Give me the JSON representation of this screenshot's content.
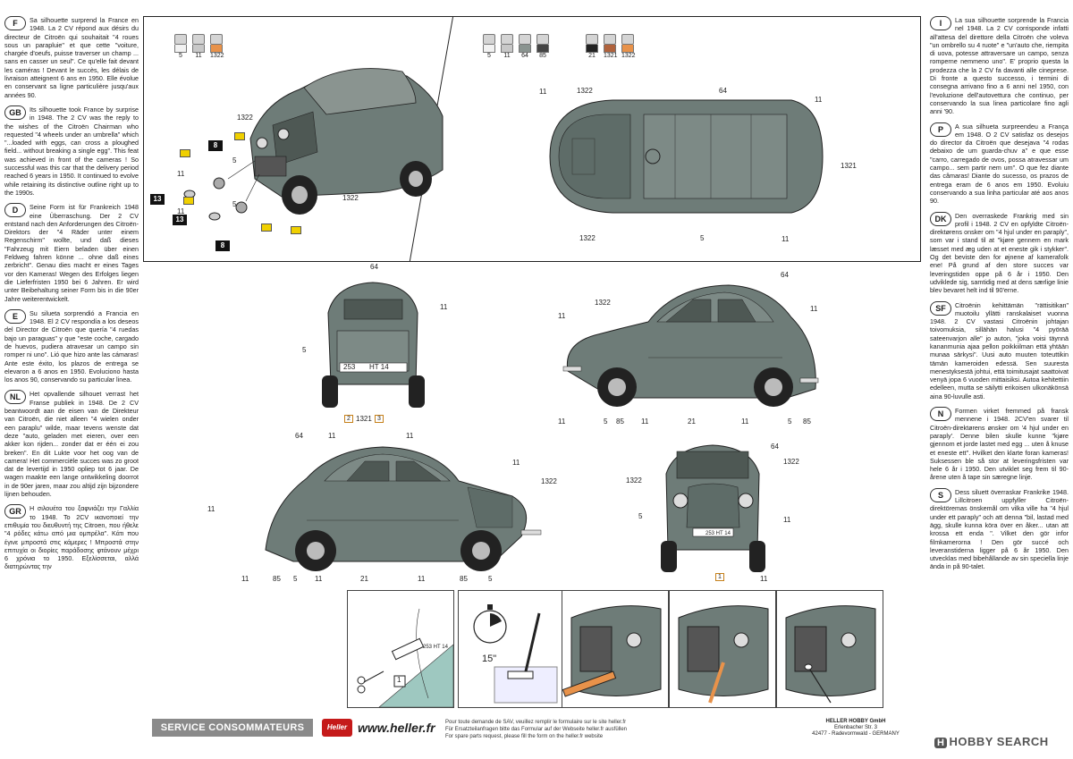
{
  "languages": [
    {
      "code": "F",
      "text": "Sa silhouette surprend la France en 1948. La 2 CV répond aux désirs du directeur de Citroën qui souhaitait \"4 roues sous un parapluie\" et que cette \"voiture, chargée d'oeufs, puisse traverser un champ ... sans en casser un seul\". Ce qu'elle fait devant les caméras ! Devant le succès, les délais de livraison atteignent 6 ans en 1950. Elle évolue en conservant sa ligne particulière jusqu'aux années 90."
    },
    {
      "code": "GB",
      "text": "Its silhouette took France by surprise in 1948. The 2 CV was the reply to the wishes of the Citroën Chairman who requested \"4 wheels under an umbrella\" which \"...loaded with eggs, can cross a ploughed field... without breaking a single egg\". This feat was achieved in front of the cameras ! So successful was this car that the delivery period reached 6 years in 1950. It continued to evolve while retaining its distinctive outline right up to the 1990s."
    },
    {
      "code": "D",
      "text": "Seine Form ist für Frankreich 1948 eine Überraschung. Der 2 CV entstand nach den Anforderungen des Citroën-Direktors der \"4 Räder unter einem Regenschirm\" wollte, und daß dieses \"Fahrzeug mit Eiern beladen über einen Feldweg fahren könne ... ohne daß eines zerbricht\". Genau dies macht er eines Tages vor den Kameras! Wegen des Erfolges liegen die Lieferfristen 1950 bei 6 Jahren. Er wird unter Beibehaltung seiner Form bis in die 90er Jahre weiterentwickelt."
    },
    {
      "code": "E",
      "text": "Su silueta sorprendió a Francia en 1948. El 2 CV respondía a los deseos del Director de Citroën que quería \"4 ruedas bajo un paraguas\" y que \"este coche, cargado de huevos, pudiera atravesar un campo sin romper ni uno\". Lió que hizo ante las cámaras! Ante este éxito, los plazos de entrega se elevaron a 6 anos en 1950. Evoluciono hasta los anos 90, conservando su particular linea."
    },
    {
      "code": "NL",
      "text": "Het opvallende silhouet verrast het Franse publiek in 1948. De 2 CV beantwoordt aan de eisen van de Direkteur van Citroën, die niet alleen \"4 wielen onder een paraplu\" wilde, maar tevens wenste dat deze \"auto, geladen met eieren, over een akker kon rijden... zonder dat er één ei zou breken\". En dit Lukte voor het oog van de camera! Het commerciële succes was zo groot dat de levertijd in 1950 opliep tot 6 jaar. De wagen maakte een lange ontwikkeling doorrot in de 90er jaren, maar zou altijd zijn bijzondere lijnen behouden."
    },
    {
      "code": "GR",
      "text": "Η σιλουέτα του ξαφνιάζει την Γαλλία το 1948. Το 2CV ικανοποιεί την επιθυμία του διευθυντή της Citroen, που ήθελε \"4 ρόδες κάτω από μια ομπρέλα\". Κάτι που έγινε μπροστά στις κάμερες ! Μπροστά στην επιτυχία οι διορίες παράδοσης φτάνουν μέχρι 6 χρόνια το 1950. Εξελίσσεται, αλλά διατηρώντας την"
    }
  ],
  "languages_right": [
    {
      "code": "I",
      "text": "La sua silhouette sorprende la Francia nel 1948. La 2 CV corrisponde infatti all'attesa del direttore della Citroën che voleva \"un ombrello su 4 ruote\" e \"un'auto che, riempita di uova, potesse attraversare un campo, senza romperne nemmeno uno\". E' proprio questa la prodezza che la 2 CV fa davanti alle cineprese. Di fronte a questo successo, i termini di consegna arrivano fino a 6 anni nel 1950, con l'evoluzione dell'autovettura che continuo, per conservando la sua linea particolare fino agli anni '90."
    },
    {
      "code": "P",
      "text": "A sua silhueta surpreendeu a França em 1948. O 2 CV satisfaz os desejos do director da Citroën que desejava \"4 rodas debaixo de um guarda-chuv a\" e que esse \"carro, carregado de ovos, possa atravessar um campo... sem partir nem um\". O que fez diante das câmaras! Diante do sucesso, os prazos de entrega eram de 6 anos em 1950. Evoluiu conservando a sua linha particular até aos anos 90."
    },
    {
      "code": "DK",
      "text": "Den overraskede Frankrig med sin profil i 1948. 2 CV en opfyldte Citroën-direktørens onsker om \"4 hjul under en paraply\", som var i stand til at \"kjøre gennem en mark læsset med æg uden at et eneste gik i stykker\". Og det beviste den for øjnene af kamerafolk ene! På grund af den store succes var leveringstiden oppe på 6 år i 1950. Den udviklede sig, samtidig med at dens særlige linie blev bevaret helt ind til 90'erne."
    },
    {
      "code": "SF",
      "text": "Citroënin kehittämän \"rättisitikan\" muotoilu yllätti ranskalaiset vuonna 1948. 2 CV vastasi Citroënin johtajan toivomuksia, sillähän halusi \"4 pyörää sateenvarjon alle\" jo auton, \"joka voisi täynnä kananmunia ajaa pellon poikkiilman että yhtään munaa särkysi\". Uusi auto muuten toteuttikin tämän kameroiden edessä. Sen suuresta menestyksestä johtui, että toimitusajat saattoivat venyä jopa 6 vuoden mittaisiksi. Autoa kehitettiin edelleen, mutta se säilytti erikoisen ulkonäkönsä aina 90-luvulle asti."
    },
    {
      "code": "N",
      "text": "Formen virket fremmed på fransk mennene i 1948. 2CV'en svarer til Citroën-direktørens ønsker om '4 hjul under en paraply'. Denne bilen skulle kunne \"kjøre gjennom et jorde lastet med egg ... uten å knuse et eneste ett\". Hvilket den klarte foran kameras! Suksessen ble så stor at leveringsfristen var hele 6 år i 1950. Den utviklet seg frem til 90-årene uten å tape sin særegne linje."
    },
    {
      "code": "S",
      "text": "Dess siluett överraskar Frankrike 1948. Lillcitroen uppfyller Citroën-direktöremas önskemål om vilka ville ha \"4 hjul under ett paraply\" och att denna \"bil, lastad med ägg, skulle kunna köra över en åker... utan att krossa ett enda \". Vilket den gör infor filmkamerorna ! Den gör succé och leveranstiderna ligger på 6 år 1950. Den utvecklas med bibehållande av sin speciella linje ända in på 90-talet."
    }
  ],
  "panel1": {
    "paints": [
      "5",
      "11",
      "1322"
    ],
    "labels": [
      "1322",
      "5",
      "11",
      "1322",
      "5",
      "11",
      "8",
      "8",
      "13",
      "13"
    ]
  },
  "panel2": {
    "paints_a": [
      "5",
      "11",
      "64",
      "85"
    ],
    "paints_b": [
      "21",
      "1321",
      "1322"
    ],
    "labels": [
      "11",
      "1322",
      "64",
      "11",
      "1321",
      "1322",
      "5",
      "11"
    ]
  },
  "rear_view": {
    "labels": [
      "64",
      "11",
      "5",
      "253",
      "HT 14",
      "2",
      "1321",
      "3",
      "11",
      "11"
    ]
  },
  "side_view_right": {
    "labels": [
      "64",
      "1322",
      "11",
      "11",
      "11",
      "5",
      "85",
      "11",
      "21",
      "11",
      "5",
      "85"
    ]
  },
  "side_view_left": {
    "labels": [
      "64",
      "11",
      "1322",
      "11",
      "11",
      "85",
      "5",
      "11",
      "21",
      "11",
      "85",
      "5"
    ]
  },
  "front_view": {
    "labels": [
      "64",
      "1322",
      "1322",
      "5",
      "11",
      "253 HT 14",
      "1",
      "11"
    ]
  },
  "insets": {
    "timer": "15\"",
    "plate_label": "1",
    "tag": "253 HT 14"
  },
  "footer": {
    "service": "SERVICE CONSOMMATEURS",
    "brand": "Heller",
    "url": "www.heller.fr",
    "text_fr": "Pour toute demande de SAV, veuillez remplir le formulaire sur le site heller.fr",
    "text_de": "Für Ersatzteilanfragen bitte das Formular auf der Webseite heller.fr ausfüllen",
    "text_en": "For spare parts request, please fill the form on the heller.fr website",
    "company": "HELLER HOBBY GmbH",
    "street": "Erlenbacher Str. 3",
    "city": "42477 - Radevormwald - GERMANY"
  },
  "watermark": {
    "badge": "H",
    "text": "HOBBY SEARCH"
  },
  "colors": {
    "body_gray": "#6e7c78",
    "paint_orange": "#e8924a",
    "paint_white": "#f2f2f2",
    "paint_silver": "#c8c8c8",
    "badge_yellow": "#f0d000",
    "heller_red": "#c51a1a"
  }
}
